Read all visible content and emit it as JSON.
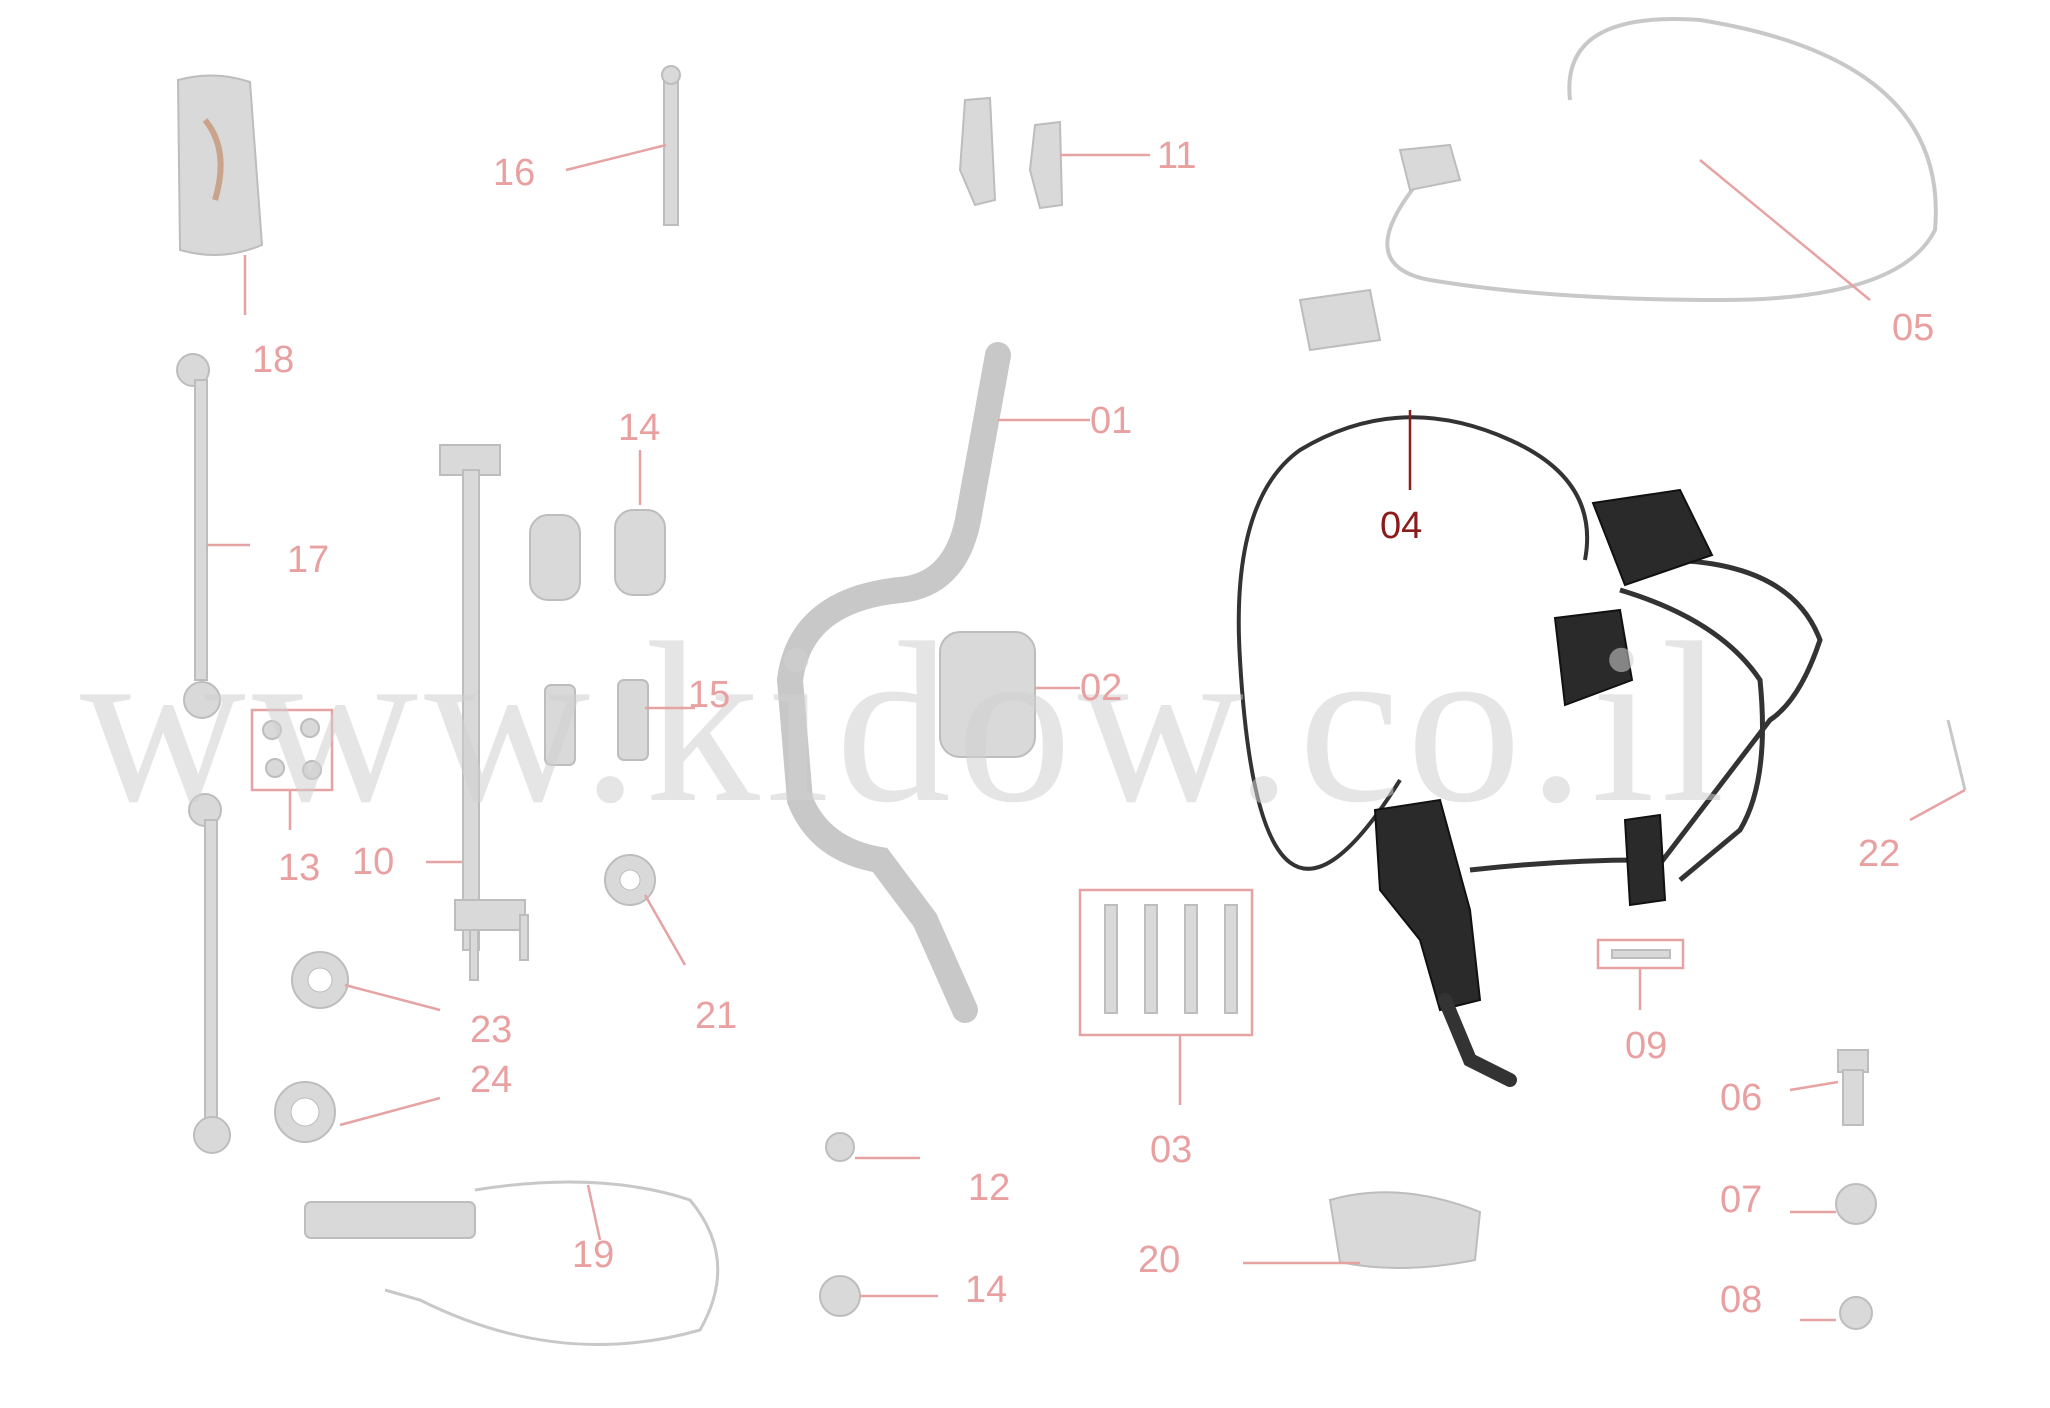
{
  "watermark": "www.kidow.co.il",
  "colors": {
    "label": "#e9a0a0",
    "highlight": "#8a1c1c",
    "ghost_part": "#d9d9d9"
  },
  "parts": [
    {
      "id": "01",
      "label": "01"
    },
    {
      "id": "02",
      "label": "02"
    },
    {
      "id": "03",
      "label": "03"
    },
    {
      "id": "04",
      "label": "04",
      "highlighted": true
    },
    {
      "id": "05",
      "label": "05"
    },
    {
      "id": "06",
      "label": "06"
    },
    {
      "id": "07",
      "label": "07"
    },
    {
      "id": "08",
      "label": "08"
    },
    {
      "id": "09",
      "label": "09"
    },
    {
      "id": "10",
      "label": "10"
    },
    {
      "id": "11",
      "label": "11"
    },
    {
      "id": "12",
      "label": "12"
    },
    {
      "id": "13",
      "label": "13"
    },
    {
      "id": "14a",
      "label": "14"
    },
    {
      "id": "14b",
      "label": "14"
    },
    {
      "id": "15",
      "label": "15"
    },
    {
      "id": "16",
      "label": "16"
    },
    {
      "id": "17",
      "label": "17"
    },
    {
      "id": "18",
      "label": "18"
    },
    {
      "id": "19",
      "label": "19"
    },
    {
      "id": "20",
      "label": "20"
    },
    {
      "id": "21",
      "label": "21"
    },
    {
      "id": "22",
      "label": "22"
    },
    {
      "id": "23",
      "label": "23"
    },
    {
      "id": "24",
      "label": "24"
    }
  ]
}
